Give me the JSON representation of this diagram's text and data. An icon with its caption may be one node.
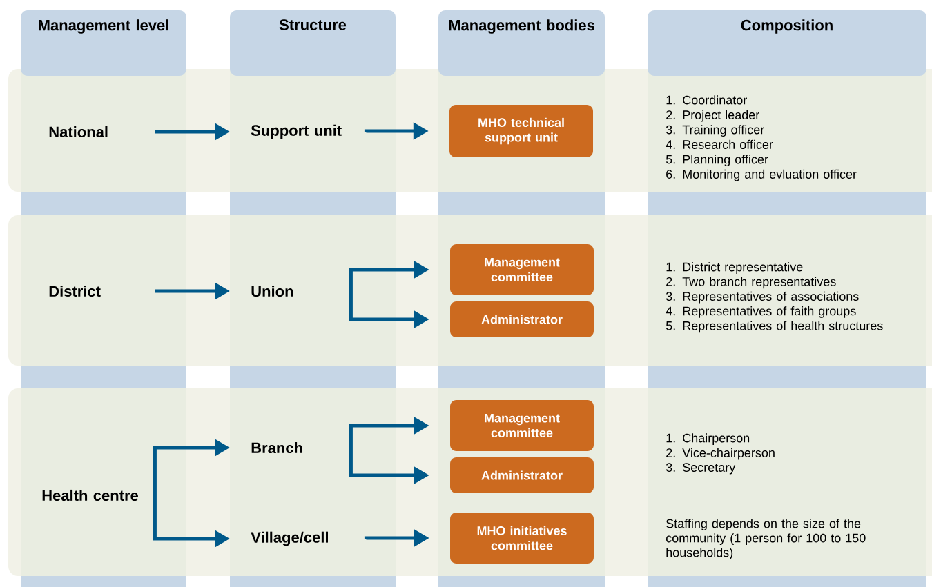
{
  "diagram": {
    "nodes": [
      {
        "text": [
          "Management level"
        ]
      },
      {
        "text": [
          "Structure"
        ]
      },
      {
        "text": [
          "Management bodies"
        ]
      },
      {
        "text": [
          "Composition"
        ]
      },
      {
        "text": [
          "National"
        ]
      },
      {
        "text": [
          "Support unit"
        ]
      },
      {
        "text": [
          "MHO technical support unit"
        ]
      },
      {
        "text": [
          "District"
        ]
      },
      {
        "text": [
          "Union"
        ]
      },
      {
        "text": [
          "Management committee"
        ]
      },
      {
        "text": [
          "Administrator"
        ]
      },
      {
        "text": [
          "Health centre"
        ]
      },
      {
        "text": [
          "Branch"
        ]
      },
      {
        "text": [
          "Management committee"
        ]
      },
      {
        "text": [
          "Administrator"
        ]
      },
      {
        "text": [
          "Village/cell"
        ]
      },
      {
        "text": [
          "MHO initiatives committee"
        ]
      }
    ],
    "edges": [
      {
        "from": 4,
        "to": 5,
        "arrow": "to"
      },
      {
        "from": 5,
        "to": 6,
        "arrow": "to"
      },
      {
        "from": 7,
        "to": 8,
        "arrow": "to"
      },
      {
        "from": 8,
        "to": 9,
        "arrow": "to"
      },
      {
        "from": 8,
        "to": 10,
        "arrow": "to"
      },
      {
        "from": 11,
        "to": 12,
        "arrow": "to"
      },
      {
        "from": 11,
        "to": 15,
        "arrow": "to"
      },
      {
        "from": 12,
        "to": 13,
        "arrow": "to"
      },
      {
        "from": 12,
        "to": 14,
        "arrow": "to"
      },
      {
        "from": 15,
        "to": 16,
        "arrow": "to"
      }
    ],
    "labels": [
      "1. Coordinator",
      "2. Project leader",
      "3. Training officer",
      "4. Research officer",
      "5. Planning officer",
      "6. Monitoring and evluation officer",
      "1. District representative",
      "2. Two branch representatives",
      "3. Representatives of associations",
      "4. Representatives of faith groups",
      "5. Representatives of health structures",
      "1. Chairperson",
      "2. Vice-chairperson",
      "3. Secretary",
      "Staffing depends on the size of the community (1 person for 100 to 150 households)"
    ]
  }
}
